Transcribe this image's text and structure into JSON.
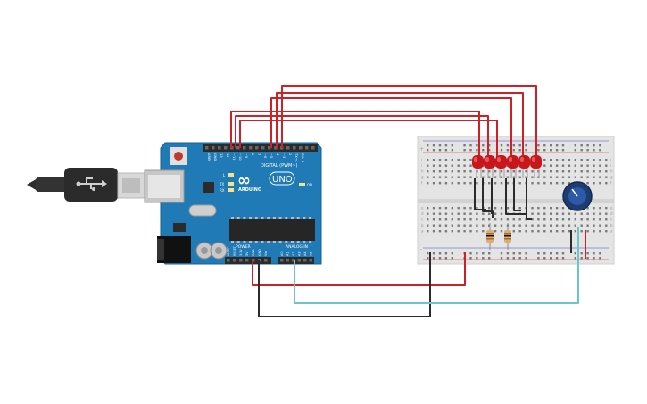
{
  "board": {
    "brand": "ARDUINO",
    "model": "UNO",
    "logo_symbol": "∞",
    "header_digital": "DIGITAL (PWM~)",
    "header_power": "POWER",
    "header_analog": "ANALOG IN",
    "led_l": "L",
    "led_tx": "TX",
    "led_rx": "RX",
    "led_on": "ON",
    "aref": "AREF",
    "gnd": "GND",
    "digital_pins": [
      "13",
      "12",
      "~11",
      "~10",
      "~9",
      "8",
      "7",
      "~6",
      "~5",
      "4",
      "~3",
      "2",
      "TX→1",
      "RX←0"
    ],
    "power_pins": [
      "IOREF",
      "RESET",
      "3.3V",
      "5V",
      "GND",
      "GND",
      "Vin"
    ],
    "analog_pins": [
      "A0",
      "A1",
      "A2",
      "A3",
      "A4",
      "A5"
    ]
  },
  "breadboard": {
    "row_letters": [
      "a",
      "b",
      "c",
      "d",
      "e",
      "f",
      "g",
      "h",
      "i",
      "j"
    ],
    "rail_plus": "+",
    "rail_minus": "-"
  },
  "colors": {
    "wire_red": "#d11f26",
    "wire_black": "#2b2b2b",
    "wire_cyan": "#6cc5c9",
    "board_blue": "#1f7ab5",
    "led_red": "#c8161d"
  }
}
